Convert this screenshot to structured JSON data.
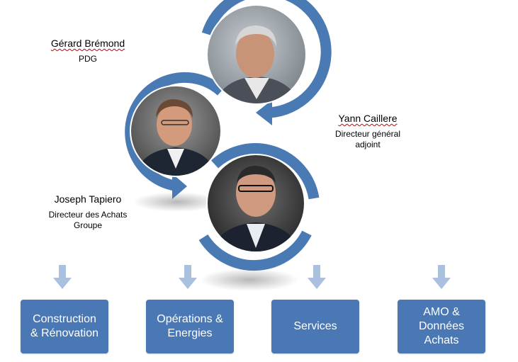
{
  "people": [
    {
      "name": "Gérard Brémond",
      "role": "PDG"
    },
    {
      "name": "Yann Caillere",
      "role": "Directeur général\nadjoint"
    },
    {
      "name": "Joseph Tapiero",
      "role": "Directeur des Achats\nGroupe"
    }
  ],
  "departments": [
    {
      "label": "Construction\n& Rénovation"
    },
    {
      "label": "Opérations &\nEnergies"
    },
    {
      "label": "Services"
    },
    {
      "label": "AMO &\nDonnées\nAchats"
    }
  ],
  "colors": {
    "accent": "#4a78b5",
    "ring": "#4a7ab3",
    "arrow": "#a9c0de"
  }
}
